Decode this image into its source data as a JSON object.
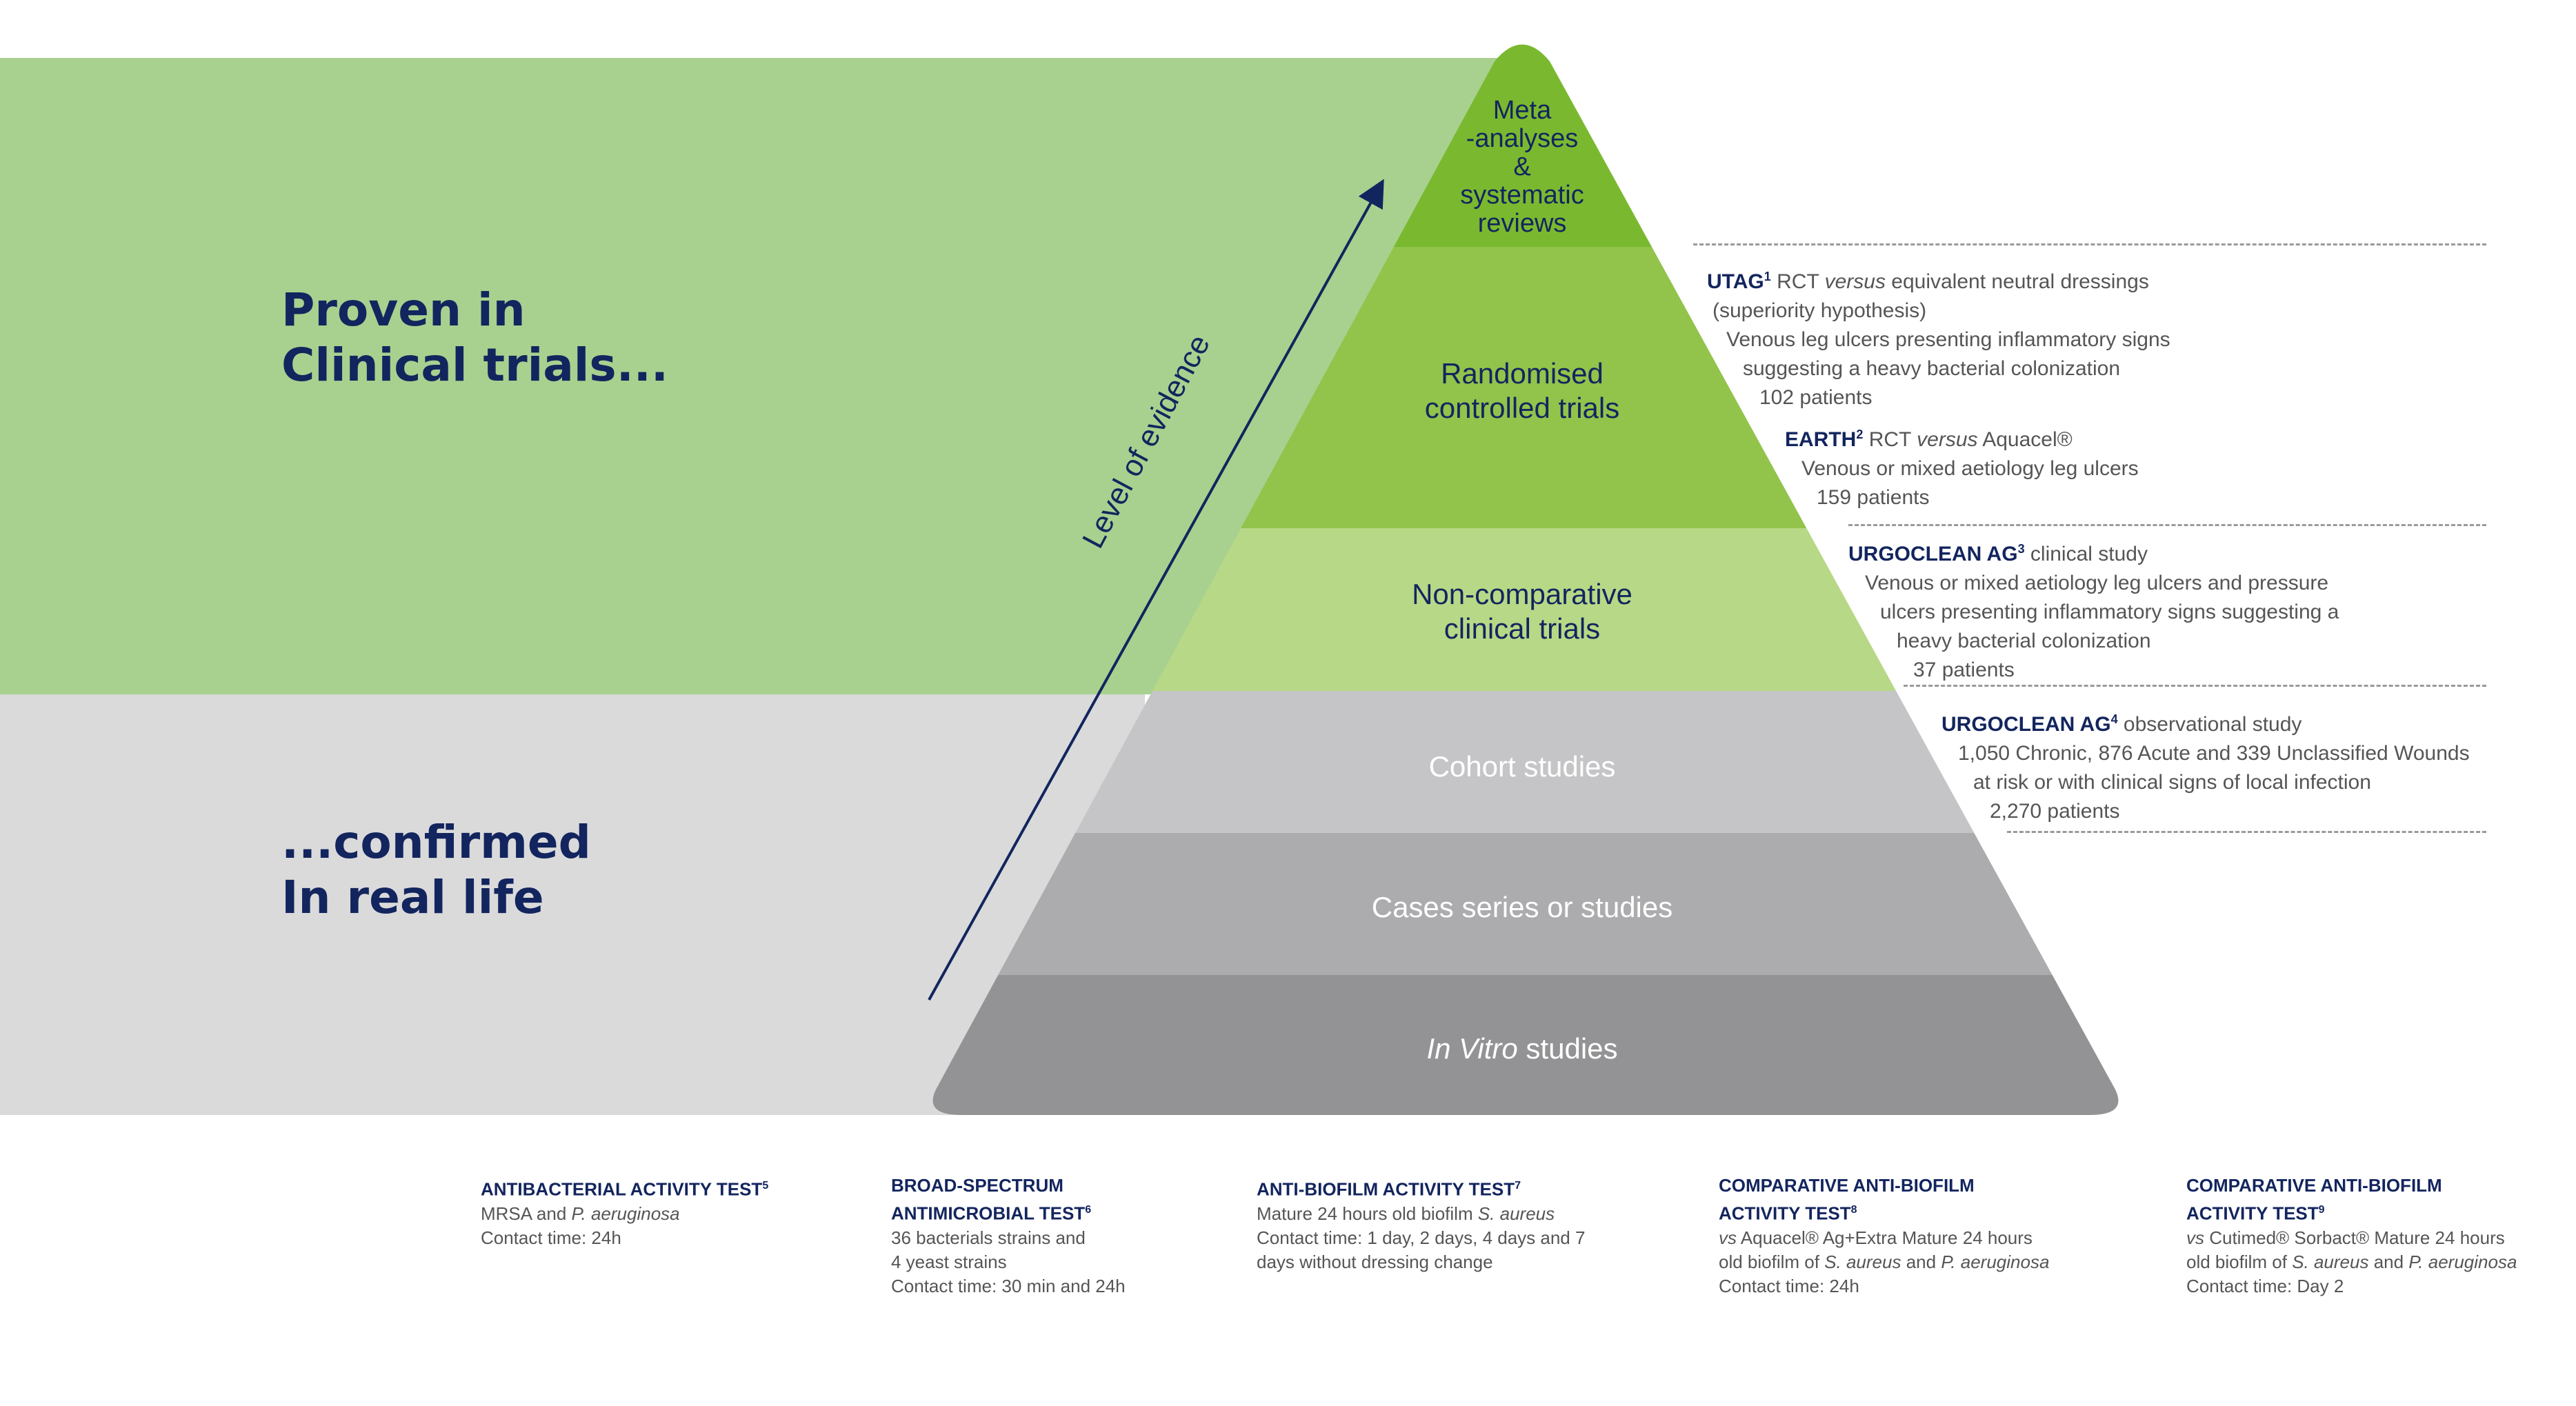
{
  "headline": {
    "top_line1": "Proven in",
    "top_line2": "Clinical trials...",
    "bottom_line1": "...confirmed",
    "bottom_line2": "In real life"
  },
  "axis": {
    "label": "Level of evidence"
  },
  "pyramid": {
    "tiers": [
      {
        "lines": [
          "Meta",
          "-analyses",
          "&",
          "systematic",
          "reviews"
        ],
        "color": "#7ab92f"
      },
      {
        "lines": [
          "Randomised",
          "controlled trials"
        ],
        "color": "#92c34b"
      },
      {
        "lines": [
          "Non-comparative",
          "clinical trials"
        ],
        "color": "#b7d886"
      },
      {
        "lines": [
          "Cohort studies"
        ],
        "color": "#c5c5c7"
      },
      {
        "lines": [
          "Cases series or studies"
        ],
        "color": "#acacae"
      },
      {
        "italic_prefix": "In Vitro",
        "rest": " studies",
        "color": "#939395"
      }
    ]
  },
  "studies": {
    "utag": {
      "name": "UTAG",
      "sup": "1",
      "pre": " RCT ",
      "italic": "versus",
      "post": " equivalent neutral dressings",
      "lines": [
        "(superiority hypothesis)",
        "Venous leg ulcers presenting inflammatory signs",
        "suggesting a heavy bacterial colonization",
        "102 patients"
      ]
    },
    "earth": {
      "name": "EARTH",
      "sup": "2",
      "pre": " RCT ",
      "italic": "versus",
      "post": " Aquacel®",
      "lines": [
        "Venous or mixed aetiology leg ulcers",
        "159 patients"
      ]
    },
    "urgoclean3": {
      "name": "URGOCLEAN AG",
      "sup": "3",
      "post": " clinical study",
      "lines": [
        "Venous or mixed aetiology leg ulcers and pressure",
        "ulcers presenting inflammatory signs suggesting a",
        "heavy bacterial colonization",
        "37 patients"
      ]
    },
    "urgoclean4": {
      "name": "URGOCLEAN AG",
      "sup": "4",
      "post": " observational study",
      "lines": [
        "1,050 Chronic, 876 Acute and 339 Unclassified Wounds",
        "at risk or with clinical signs of local infection",
        "2,270 patients"
      ]
    }
  },
  "tests": [
    {
      "title1": "ANTIBACTERIAL ACTIVITY TEST",
      "sup": "5",
      "d1a": "MRSA and ",
      "d1i": "P. aeruginosa",
      "d2": "Contact time: 24h"
    },
    {
      "title1": "BROAD-SPECTRUM",
      "title2": "ANTIMICROBIAL TEST",
      "sup": "6",
      "d1": "36 bacterials strains and",
      "d2": "4 yeast strains",
      "d3": "Contact time: 30 min and 24h"
    },
    {
      "title1": "ANTI-BIOFILM ACTIVITY TEST",
      "sup": "7",
      "d1a": "Mature 24 hours old biofilm ",
      "d1i": "S. aureus",
      "d2": "Contact time: 1 day, 2 days, 4 days and 7",
      "d3": "days without dressing change"
    },
    {
      "title1": "COMPARATIVE ANTI-BIOFILM",
      "title2": "ACTIVITY TEST",
      "sup": "8",
      "d1i": "vs",
      "d1a": " Aquacel® Ag+Extra Mature 24 hours",
      "d2a": "old biofilm of ",
      "d2i": "S. aureus",
      "d2b": " and ",
      "d2j": "P. aeruginosa",
      "d3": "Contact time: 24h"
    },
    {
      "title1": "COMPARATIVE ANTI-BIOFILM",
      "title2": "ACTIVITY TEST",
      "sup": "9",
      "d1i": "vs",
      "d1a": " Cutimed® Sorbact® Mature 24 hours",
      "d2a": "old biofilm of ",
      "d2i": "S. aureus",
      "d2b": " and ",
      "d2j": "P. aeruginosa",
      "d3": "Contact time: Day 2"
    }
  ],
  "colors": {
    "navy": "#13255e",
    "green_band": "#a8d18f",
    "grey_band": "#dadadb"
  }
}
